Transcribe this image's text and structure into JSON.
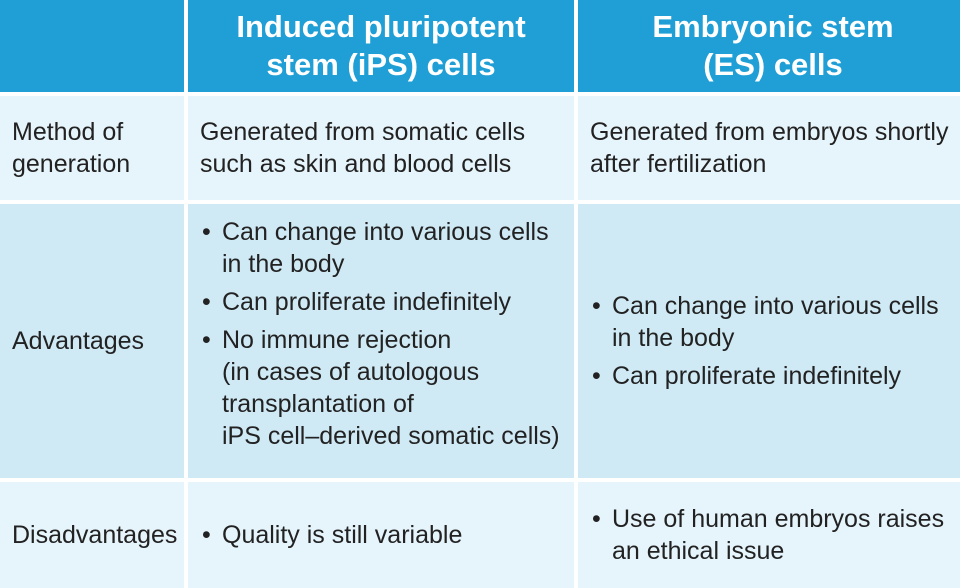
{
  "header": {
    "col1": "",
    "col2": "Induced pluripotent\nstem (iPS) cells",
    "col3": "Embryonic stem\n(ES) cells"
  },
  "rows": {
    "method": {
      "label": "Method of\ngeneration",
      "ips": "Generated from somatic cells\nsuch as skin and blood cells",
      "es": "Generated from embryos shortly\nafter fertilization"
    },
    "advantages": {
      "label": "Advantages",
      "ips": [
        "Can change into various cells\nin the body",
        "Can proliferate indefinitely",
        "No immune rejection\n(in cases of autologous\ntransplantation of\niPS cell–derived somatic cells)"
      ],
      "es": [
        "Can change into various cells\nin the body",
        "Can proliferate indefinitely"
      ]
    },
    "disadvantages": {
      "label": "Disadvantages",
      "ips": [
        "Quality is still variable"
      ],
      "es": [
        "Use of human embryos raises\nan ethical issue"
      ]
    }
  },
  "bullet_glyph": "•",
  "colors": {
    "header_bg": "#1f9fd5",
    "row_light": "#e6f4fb",
    "row_dark": "#cfe9f5",
    "text": "#222222"
  }
}
